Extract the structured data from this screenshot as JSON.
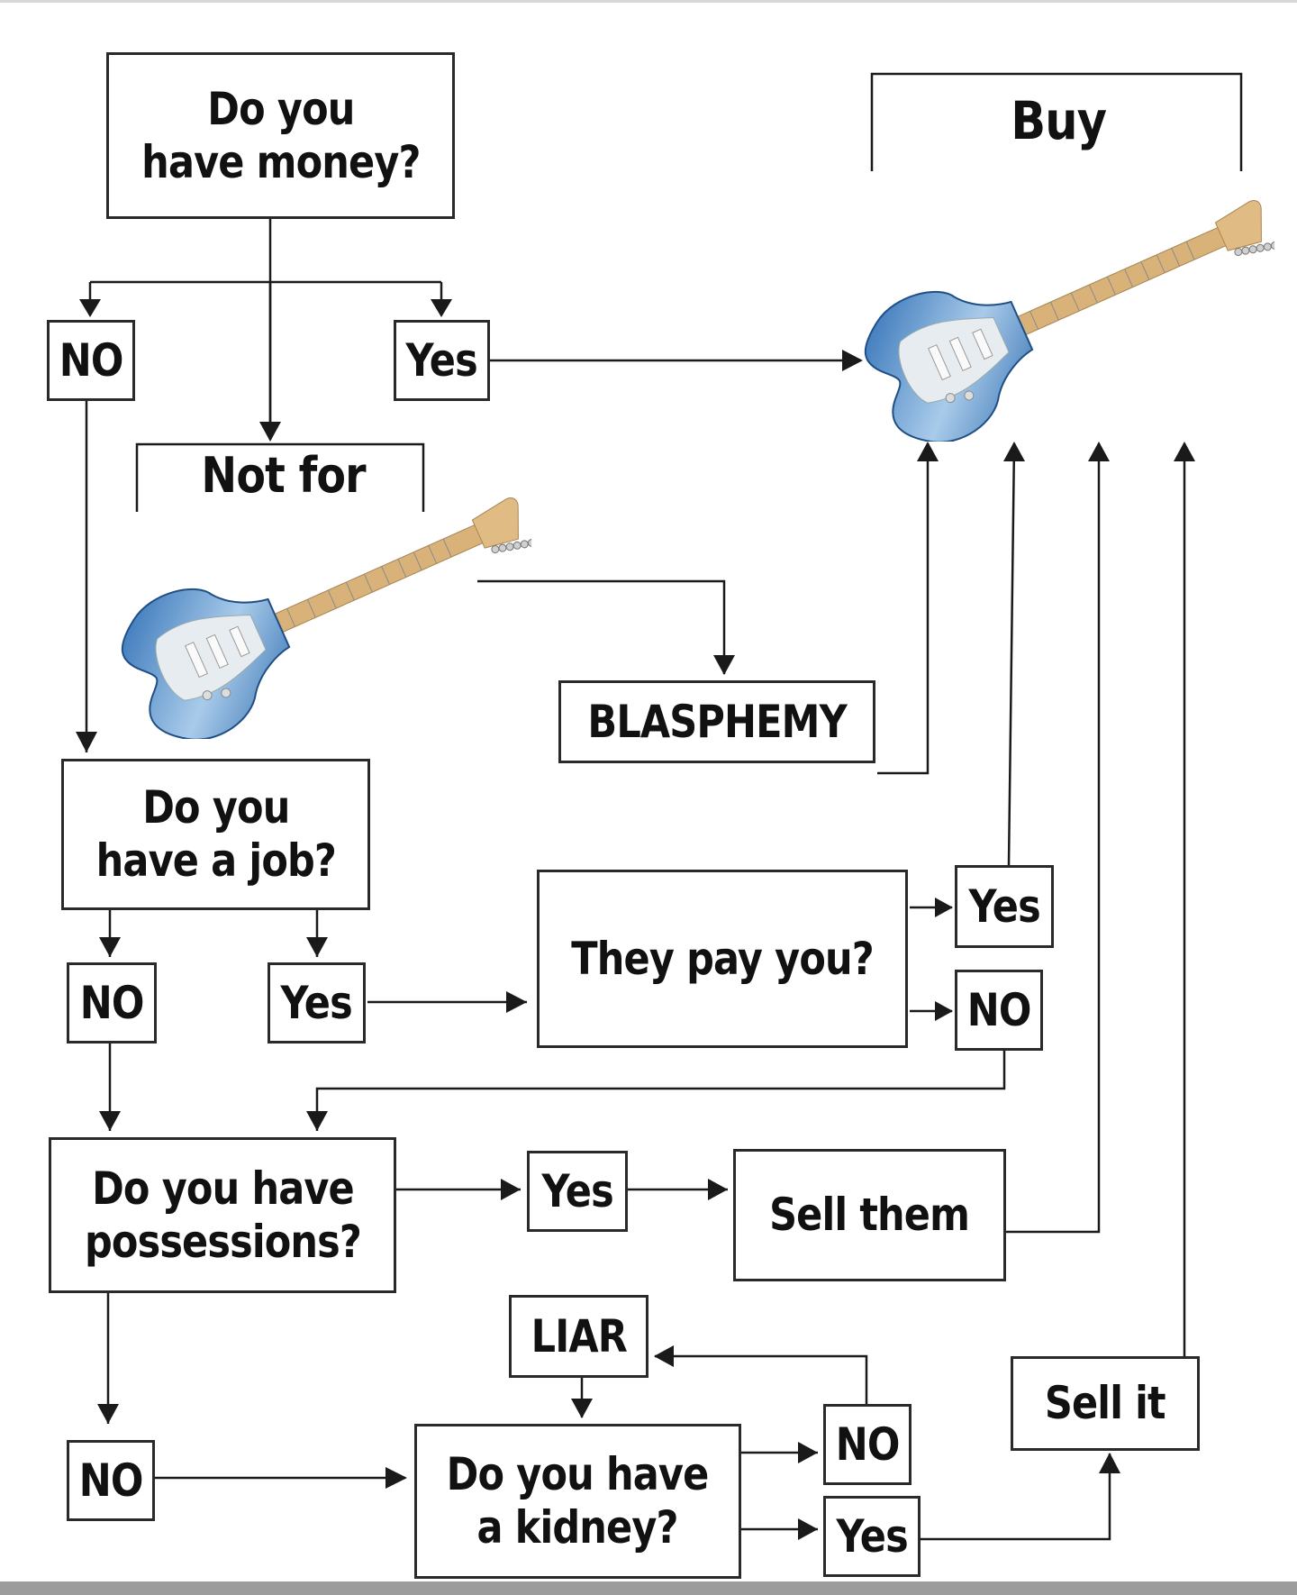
{
  "colors": {
    "ink": "#1a1a1a",
    "guitar_body": "#3b7fc4",
    "guitar_body_light": "#a9cbea",
    "pickguard": "#e6ecef",
    "neck": "#d9b27a",
    "headstock": "#e0bb84"
  },
  "icons": [
    "guitar-image",
    "guitar-image"
  ],
  "chart_data": {
    "type": "flowchart",
    "nodes": [
      {
        "id": "money",
        "label_lines": [
          "Do you",
          "have money?"
        ]
      },
      {
        "id": "money_no",
        "label": "NO"
      },
      {
        "id": "money_yes",
        "label": "Yes"
      },
      {
        "id": "not_for",
        "label": "Not for"
      },
      {
        "id": "buy",
        "label": "Buy"
      },
      {
        "id": "blasphemy",
        "label": "BLASPHEMY"
      },
      {
        "id": "job",
        "label_lines": [
          "Do you",
          "have a job?"
        ]
      },
      {
        "id": "job_no",
        "label": "NO"
      },
      {
        "id": "job_yes",
        "label": "Yes"
      },
      {
        "id": "pay",
        "label": "They pay you?"
      },
      {
        "id": "pay_yes",
        "label": "Yes"
      },
      {
        "id": "pay_no",
        "label": "NO"
      },
      {
        "id": "poss",
        "label_lines": [
          "Do you have",
          "possessions?"
        ]
      },
      {
        "id": "poss_yes",
        "label": "Yes"
      },
      {
        "id": "sell_them",
        "label": "Sell them"
      },
      {
        "id": "liar",
        "label": "LIAR"
      },
      {
        "id": "poss_no",
        "label": "NO"
      },
      {
        "id": "kidney",
        "label_lines": [
          "Do you have",
          "a kidney?"
        ]
      },
      {
        "id": "kidney_no",
        "label": "NO"
      },
      {
        "id": "kidney_yes",
        "label": "Yes"
      },
      {
        "id": "sell_it",
        "label": "Sell it"
      }
    ],
    "edges": [
      [
        "money",
        "money_no"
      ],
      [
        "money",
        "money_yes"
      ],
      [
        "money",
        "not_for"
      ],
      [
        "money_yes",
        "buy"
      ],
      [
        "not_for",
        "blasphemy"
      ],
      [
        "blasphemy",
        "buy"
      ],
      [
        "money_no",
        "job"
      ],
      [
        "job",
        "job_no"
      ],
      [
        "job",
        "job_yes"
      ],
      [
        "job_yes",
        "pay"
      ],
      [
        "pay",
        "pay_yes"
      ],
      [
        "pay",
        "pay_no"
      ],
      [
        "pay_yes",
        "buy"
      ],
      [
        "pay_no",
        "poss"
      ],
      [
        "job_no",
        "poss"
      ],
      [
        "poss",
        "poss_yes"
      ],
      [
        "poss_yes",
        "sell_them"
      ],
      [
        "sell_them",
        "buy"
      ],
      [
        "poss",
        "poss_no"
      ],
      [
        "poss_no",
        "kidney"
      ],
      [
        "liar",
        "kidney"
      ],
      [
        "kidney",
        "kidney_no"
      ],
      [
        "kidney_no",
        "liar"
      ],
      [
        "kidney",
        "kidney_yes"
      ],
      [
        "kidney_yes",
        "sell_it"
      ],
      [
        "sell_it",
        "buy"
      ]
    ]
  }
}
